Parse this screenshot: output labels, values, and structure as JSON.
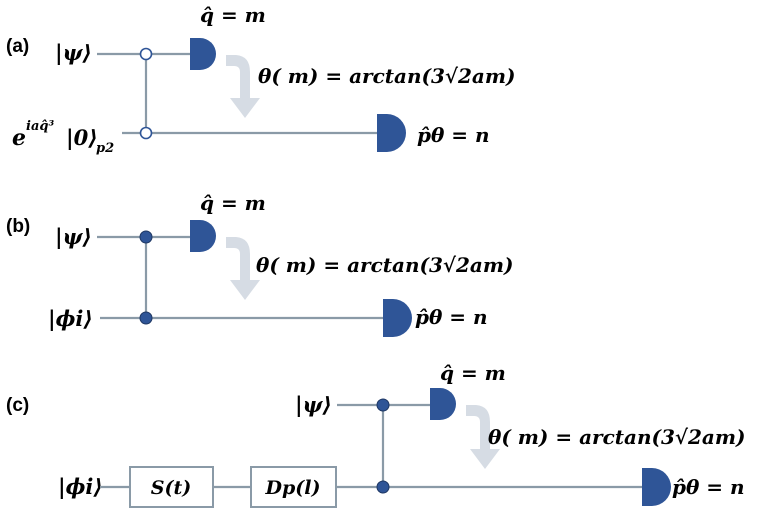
{
  "panels": {
    "a": {
      "label": "(a)",
      "input_top": "|ψ⟩",
      "input_bottom_main": "e",
      "input_bottom_sup": "iaq̂³",
      "input_bottom_ket": "|0⟩",
      "input_bottom_sub": "p2",
      "measure_top": "q̂ = m",
      "angle": "θ( m) = arctan(3√2am)",
      "measure_bottom": "p̂θ = n",
      "control_style": "hollow"
    },
    "b": {
      "label": "(b)",
      "input_top": "|ψ⟩",
      "input_bottom": "|ϕi⟩",
      "measure_top": "q̂ = m",
      "angle": "θ( m) = arctan(3√2am)",
      "measure_bottom": "p̂θ = n",
      "control_style": "filled"
    },
    "c": {
      "label": "(c)",
      "input_top": "|ψ⟩",
      "input_bottom": "|ϕi⟩",
      "box1": "S(t)",
      "box2": "Dp(l)",
      "measure_top": "q̂ = m",
      "angle": "θ( m) = arctan(3√2am)",
      "measure_bottom": "p̂θ = n",
      "control_style": "filled"
    }
  },
  "colors": {
    "wire": "#8a9aa7",
    "detector": "#2f5597",
    "arrow": "#d6dce4",
    "control_filled": "#2f5597",
    "control_hollow": "#ffffff"
  }
}
